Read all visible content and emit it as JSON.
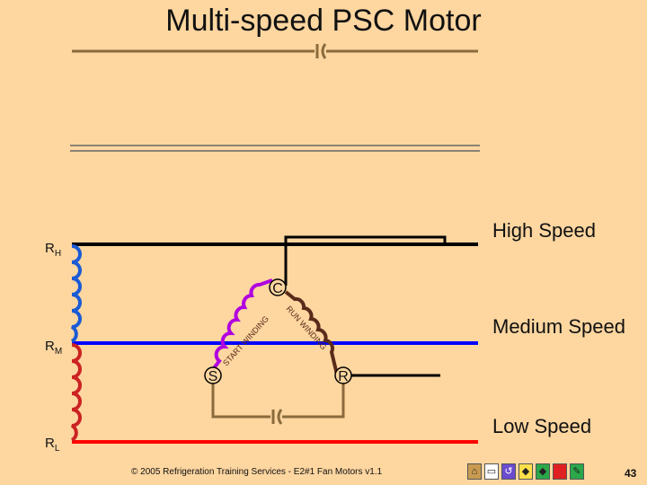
{
  "title": "Multi-speed PSC Motor",
  "speeds": {
    "high": "High Speed",
    "medium": "Medium Speed",
    "low": "Low Speed"
  },
  "taps": {
    "high_main": "R",
    "high_sub": "H",
    "medium_main": "R",
    "medium_sub": "M",
    "low_main": "R",
    "low_sub": "L"
  },
  "terminals": {
    "common": "C",
    "start": "S",
    "run": "R"
  },
  "winding_labels": {
    "start": "START WINDING",
    "run": "RUN WINDING"
  },
  "colors": {
    "high_line": "#000000",
    "medium_line": "#0000ff",
    "low_line": "#ff0000",
    "capacitor_wire": "#8b6b3c",
    "coil_blue": "#1a5bd6",
    "coil_red": "#cc2222",
    "coil_purple": "#b000e0",
    "coil_brown": "#5a2b1a"
  },
  "footer": "© 2005 Refrigeration Training Services - E2#1 Fan Motors v1.1",
  "nav_icons": [
    "home-icon",
    "document-icon",
    "return-icon",
    "previous-icon",
    "next-icon",
    "stop-icon",
    "pen-icon"
  ],
  "page_number": "43"
}
